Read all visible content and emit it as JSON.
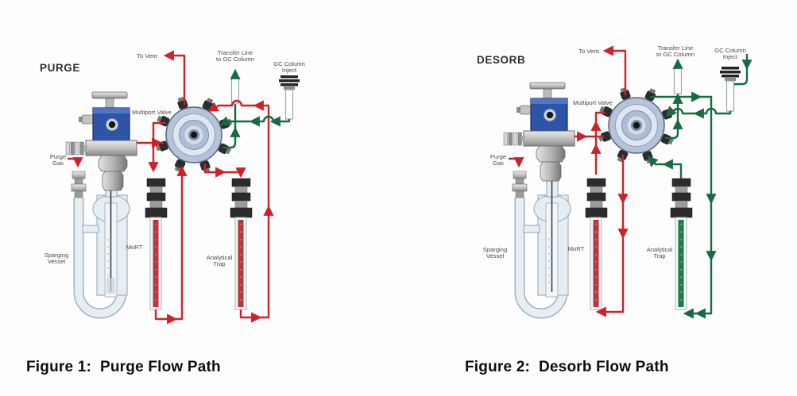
{
  "colors": {
    "flow_red": "#cf2128",
    "flow_green": "#176b42",
    "valve_blue": "#2d54a7",
    "glass_blue": "#e7eef3",
    "label_text": "#4a4a4a",
    "caption_text": "#0d0d0d"
  },
  "figures": [
    {
      "id": "purge",
      "title": "PURGE",
      "caption": "Figure 1:  Purge Flow Path",
      "labels": {
        "to_vent": "To Vent",
        "transfer_line": [
          "Transfer Line",
          "to GC Column"
        ],
        "gc_inject": [
          "GC Column",
          "Inject"
        ],
        "multiport_valve": "Multiport Valve",
        "purge_gas": [
          "Purge",
          "Gas"
        ],
        "sparging_vessel": [
          "Sparging",
          "Vessel"
        ],
        "mort": "MoRT",
        "analytical_trap": [
          "Analytical",
          "Trap"
        ]
      }
    },
    {
      "id": "desorb",
      "title": "DESORB",
      "caption": "Figure 2:  Desorb Flow Path",
      "labels": {
        "to_vent": "To Vent",
        "transfer_line": [
          "Transfer Line",
          "to GC Column"
        ],
        "gc_inject": [
          "GC Column",
          "Inject"
        ],
        "multiport_valve": "Multiport Valve",
        "purge_gas": [
          "Purge",
          "Gas"
        ],
        "sparging_vessel": [
          "Sparging",
          "Vessel"
        ],
        "mort": "MoRT",
        "analytical_trap": [
          "Analytical",
          "Trap"
        ]
      }
    }
  ]
}
